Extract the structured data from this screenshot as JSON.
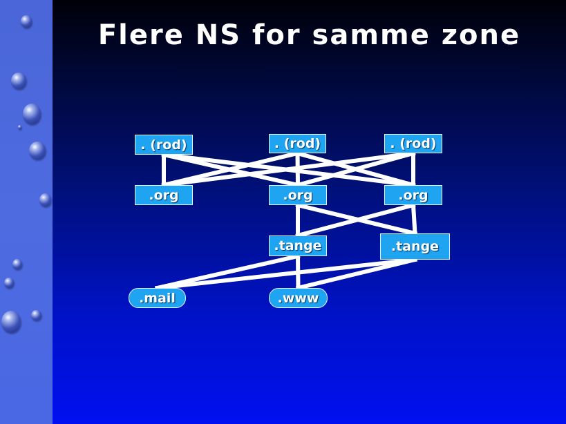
{
  "slide": {
    "title": "Flere NS for samme zone"
  },
  "diagram": {
    "nodes": {
      "root1": ". (rod)",
      "root2": ". (rod)",
      "root3": ". (rod)",
      "org1": ".org",
      "org2": ".org",
      "org3": ".org",
      "tange1": ".tange",
      "tange2": ".tange",
      "mail": ".mail",
      "www": ".www"
    },
    "edges": [
      [
        "root1",
        "org1"
      ],
      [
        "root1",
        "org2"
      ],
      [
        "root1",
        "org3"
      ],
      [
        "root2",
        "org1"
      ],
      [
        "root2",
        "org2"
      ],
      [
        "root2",
        "org3"
      ],
      [
        "root3",
        "org1"
      ],
      [
        "root3",
        "org2"
      ],
      [
        "root3",
        "org3"
      ],
      [
        "org2",
        "tange1"
      ],
      [
        "org2",
        "tange2"
      ],
      [
        "org3",
        "tange1"
      ],
      [
        "org3",
        "tange2"
      ],
      [
        "tange1",
        "mail"
      ],
      [
        "tange1",
        "www"
      ],
      [
        "tange2",
        "mail"
      ],
      [
        "tange2",
        "www"
      ]
    ],
    "colors": {
      "node_fill": "#1ea4f0",
      "edge": "#ffffff"
    }
  }
}
